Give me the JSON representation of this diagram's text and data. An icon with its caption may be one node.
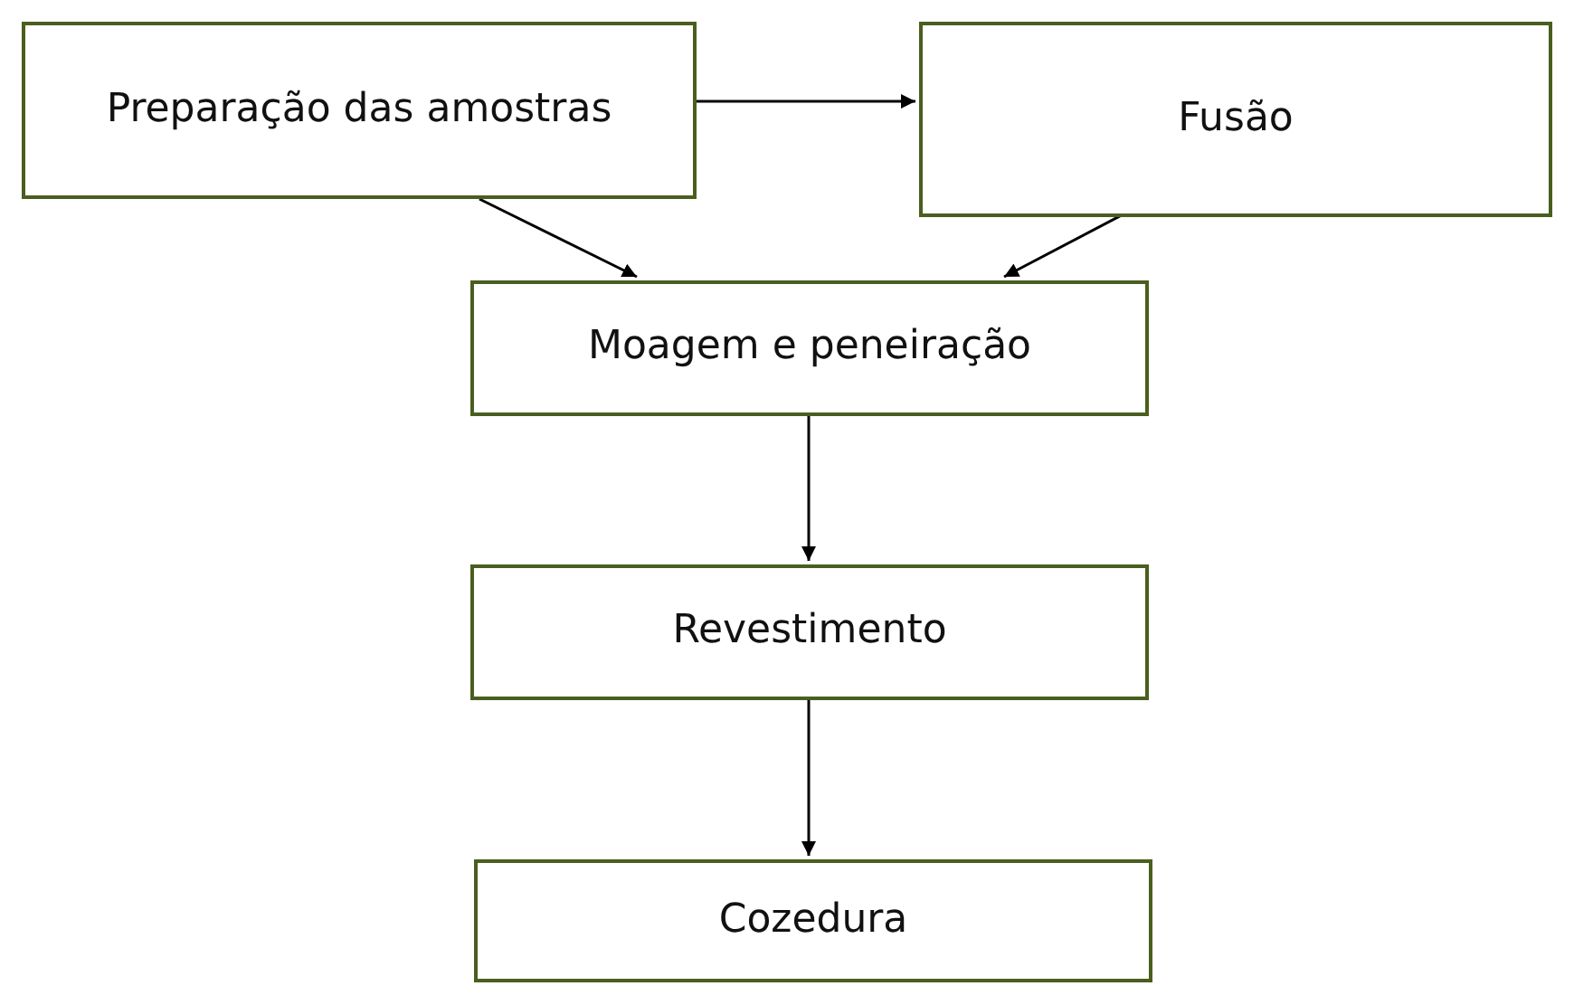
{
  "diagram": {
    "nodes": [
      {
        "text": [
          "Preparação das amostras"
        ]
      },
      {
        "text": [
          "Fusão"
        ]
      },
      {
        "text": [
          "Moagem e peneiração"
        ]
      },
      {
        "text": [
          "Revestimento"
        ]
      },
      {
        "text": [
          "Cozedura"
        ]
      }
    ],
    "edges": [
      {
        "from": 0,
        "to": 1,
        "arrow": "to"
      },
      {
        "from": 0,
        "to": 2,
        "arrow": "to"
      },
      {
        "from": 1,
        "to": 2,
        "arrow": "to"
      },
      {
        "from": 2,
        "to": 3,
        "arrow": "to"
      },
      {
        "from": 3,
        "to": 4,
        "arrow": "to"
      }
    ]
  }
}
